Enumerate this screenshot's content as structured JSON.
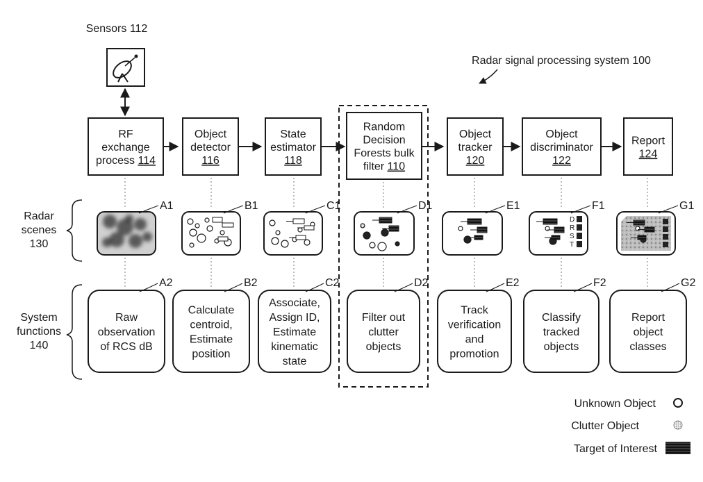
{
  "sensor": {
    "label": "Sensors 112"
  },
  "system_label": "Radar signal processing system 100",
  "blocks": [
    {
      "lines": [
        "RF",
        "exchange",
        "process "
      ],
      "ref": "114"
    },
    {
      "lines": [
        "Object",
        "detector"
      ],
      "ref": "116"
    },
    {
      "lines": [
        "State",
        "estimator"
      ],
      "ref": "118"
    },
    {
      "lines": [
        "Random",
        "Decision",
        "Forests bulk",
        "filter "
      ],
      "ref": "110"
    },
    {
      "lines": [
        "Object",
        "tracker"
      ],
      "ref": "120"
    },
    {
      "lines": [
        "Object",
        "discriminator"
      ],
      "ref": "122"
    },
    {
      "lines": [
        "Report"
      ],
      "ref": "124"
    }
  ],
  "row_labels": {
    "scenes": [
      "Radar",
      "scenes",
      "130"
    ],
    "functions": [
      "System",
      "functions",
      "140"
    ]
  },
  "scene_tags": [
    "A1",
    "B1",
    "C1",
    "D1",
    "E1",
    "F1",
    "G1"
  ],
  "function_tags": [
    "A2",
    "B2",
    "C2",
    "D2",
    "E2",
    "F2",
    "G2"
  ],
  "functions": [
    [
      "Raw",
      "observation",
      "of RCS dB"
    ],
    [
      "Calculate",
      "centroid,",
      "Estimate",
      "position"
    ],
    [
      "Associate,",
      "Assign ID,",
      "Estimate",
      "kinematic",
      "state"
    ],
    [
      "Filter out",
      "clutter",
      "objects"
    ],
    [
      "Track",
      "verification",
      "and",
      "promotion"
    ],
    [
      "Classify",
      "tracked",
      "objects"
    ],
    [
      "Report",
      "object",
      "classes"
    ]
  ],
  "class_letters": [
    "D",
    "R",
    "S",
    "T"
  ],
  "legend": [
    {
      "label": "Unknown Object",
      "icon": "circle-outline-icon"
    },
    {
      "label": "Clutter Object",
      "icon": "dotted-circle-icon"
    },
    {
      "label": "Target of Interest",
      "icon": "hatched-rect-icon"
    }
  ],
  "colors": {
    "ink": "#1a1a1a",
    "fill_dark": "#222222",
    "background": "#ffffff"
  }
}
